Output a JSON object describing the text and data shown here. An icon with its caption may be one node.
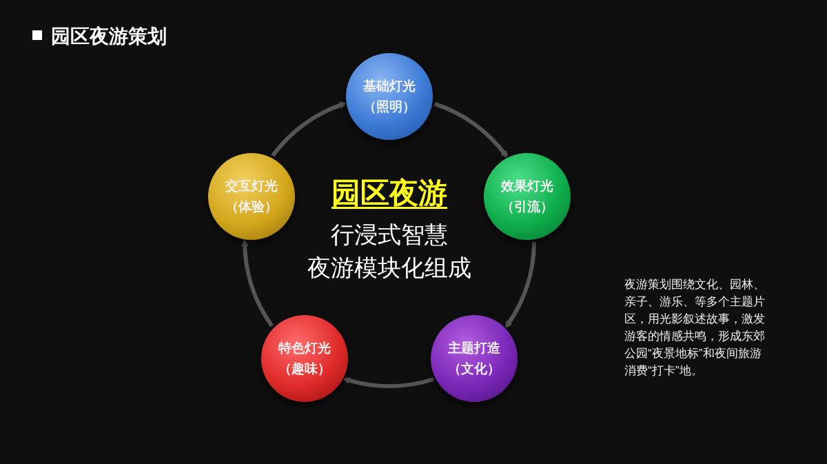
{
  "diagram": {
    "title": "园区夜游策划",
    "nodes": [
      {
        "text": [
          "基础灯光",
          "（照明）"
        ]
      },
      {
        "text": [
          "效果灯光",
          "（引流）"
        ]
      },
      {
        "text": [
          "主题打造",
          "（文化）"
        ]
      },
      {
        "text": [
          "特色灯光",
          "（趣味）"
        ]
      },
      {
        "text": [
          "交互灯光",
          "（体验）"
        ]
      }
    ],
    "edges": [
      {
        "from": 0,
        "to": 1,
        "arrow": "to"
      },
      {
        "from": 1,
        "to": 2,
        "arrow": "to"
      },
      {
        "from": 2,
        "to": 3,
        "arrow": "to"
      },
      {
        "from": 3,
        "to": 4,
        "arrow": "to"
      },
      {
        "from": 4,
        "to": 0,
        "arrow": "to"
      }
    ],
    "labels": [
      "园区夜游",
      "行浸式智慧",
      "夜游模块化组成",
      "夜游策划围绕文化、园林、亲子、游乐、等多个主题片区，用光影叙述故事，激发游客的情感共鸣，形成东郊公园“夜景地标”和夜间旅游消费“打卡”地。"
    ]
  }
}
